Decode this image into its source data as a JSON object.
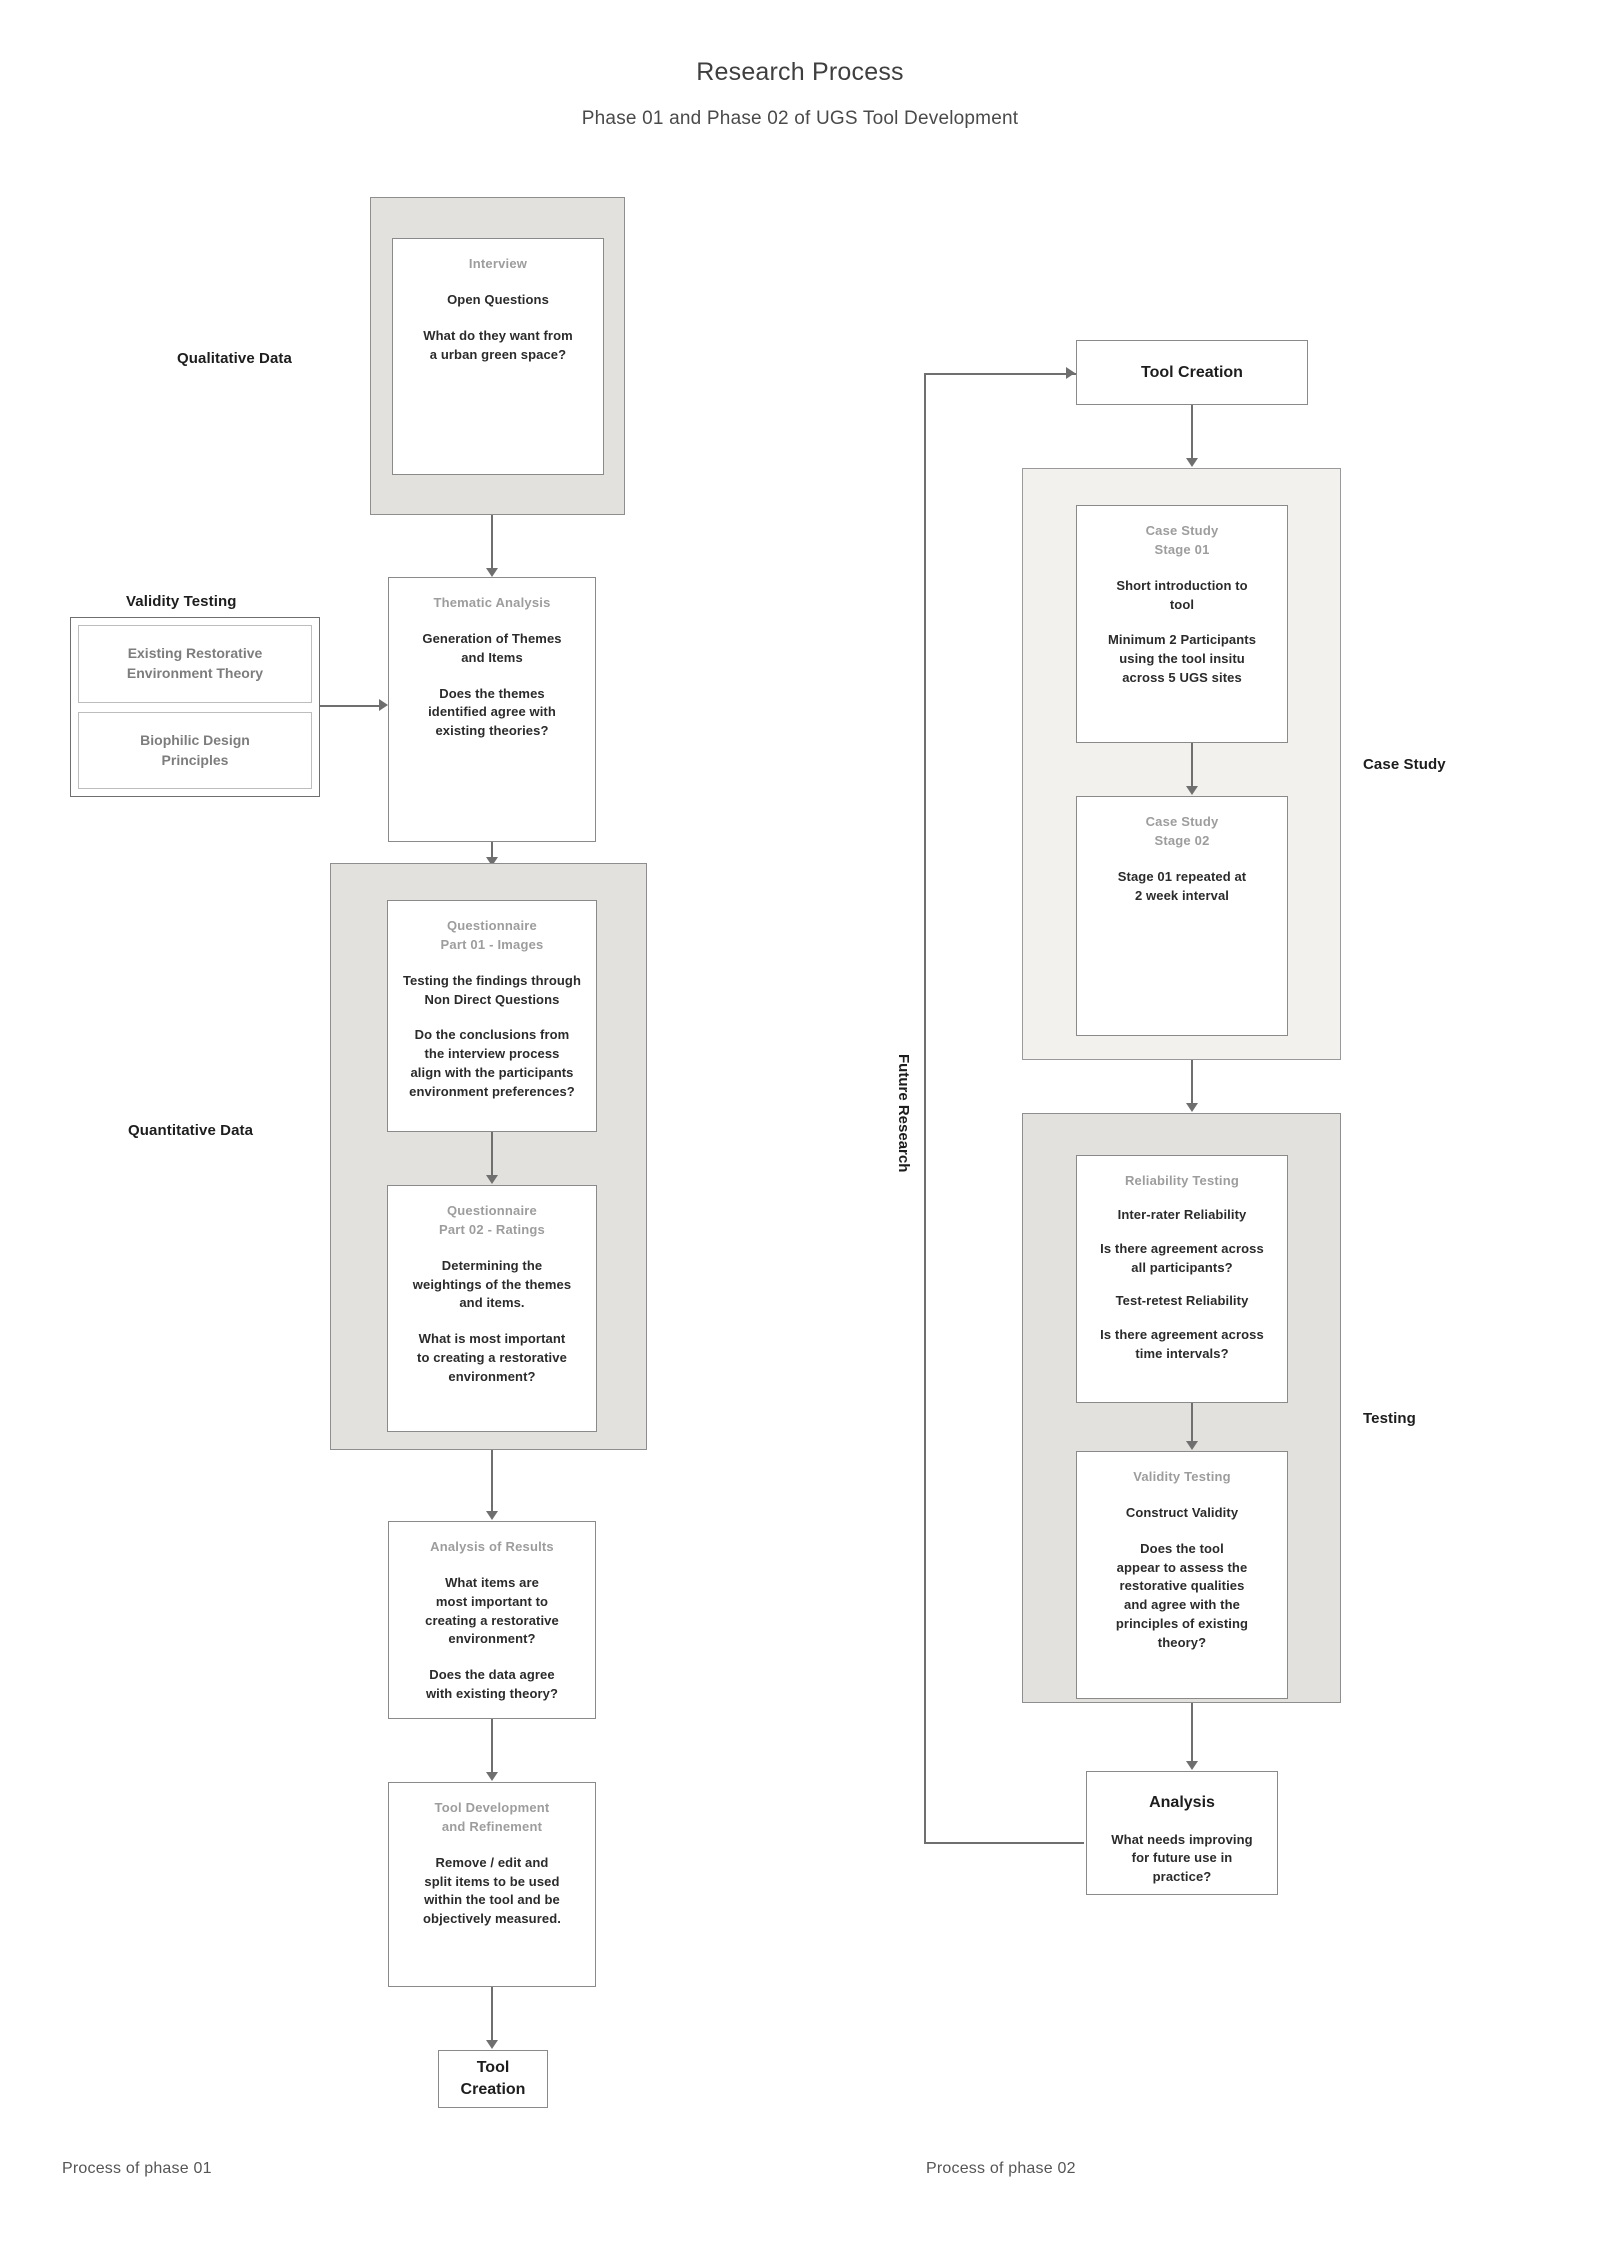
{
  "header": {
    "title": "Research Process",
    "subtitle": "Phase 01 and Phase 02 of UGS Tool Development"
  },
  "labels": {
    "qualitative_data": "Qualitative Data",
    "quantitative_data": "Quantitative Data",
    "validity_testing": "Validity Testing",
    "case_study": "Case Study",
    "testing": "Testing",
    "future_research": "Future Research"
  },
  "captions": {
    "phase01": "Process of phase 01",
    "phase02": "Process of phase 02"
  },
  "phase01": {
    "interview": {
      "header": "Interview",
      "line1": "Open Questions",
      "line2": "What do they want from\na urban green space?"
    },
    "validity_sources": [
      "Existing Restorative\nEnvironment Theory",
      "Biophilic Design\nPrinciples"
    ],
    "thematic_analysis": {
      "header": "Thematic Analysis",
      "line1": "Generation of  Themes\nand Items",
      "line2": "Does the themes\nidentified agree with\nexisting theories?"
    },
    "questionnaire_part01": {
      "header": "Questionnaire\nPart 01 - Images",
      "line1": "Testing the findings through\nNon Direct Questions",
      "line2": "Do the conclusions from\nthe interview process\nalign with the participants\nenvironment preferences?"
    },
    "questionnaire_part02": {
      "header": "Questionnaire\nPart 02 - Ratings",
      "line1": "Determining the\nweightings of the themes\nand items.",
      "line2": "What is most important\nto creating a restorative\nenvironment?"
    },
    "analysis_of_results": {
      "header": "Analysis of Results",
      "line1": "What items are\nmost important to\ncreating a restorative\nenvironment?",
      "line2": "Does the data agree\nwith existing theory?"
    },
    "tool_development": {
      "header": "Tool Development\nand Refinement",
      "line1": "Remove / edit and\nsplit items to be used\nwithin the tool and be\nobjectively measured."
    },
    "tool_creation_end": "Tool\nCreation"
  },
  "phase02": {
    "tool_creation": "Tool Creation",
    "case_study_stage01": {
      "header": "Case Study\nStage 01",
      "line1": "Short introduction to\ntool",
      "line2": "Minimum 2 Participants\nusing the tool insitu\nacross 5 UGS sites"
    },
    "case_study_stage02": {
      "header": "Case Study\nStage 02",
      "line1": "Stage 01 repeated at\n2 week interval"
    },
    "reliability_testing": {
      "header": "Reliability Testing",
      "line1": "Inter-rater Reliability",
      "line2": "Is there agreement across\nall participants?",
      "line3": "Test-retest Reliability",
      "line4": "Is there agreement across\ntime intervals?"
    },
    "validity_testing": {
      "header": "Validity Testing",
      "line1": "Construct Validity",
      "line2": "Does the tool\nappear to assess the\nrestorative qualities\nand agree with the\nprinciples of existing\ntheory?"
    },
    "analysis": {
      "header": "Analysis",
      "line1": "What needs improving\nfor future use in\npractice?"
    }
  },
  "colors": {
    "group_fill": "#e2e1dd",
    "group_fill_light": "#f2f1ee",
    "node_fill": "#ffffff",
    "stroke": "#8a8a8a",
    "header_text": "#9d9d9d",
    "body_text": "#2b2b2b"
  }
}
